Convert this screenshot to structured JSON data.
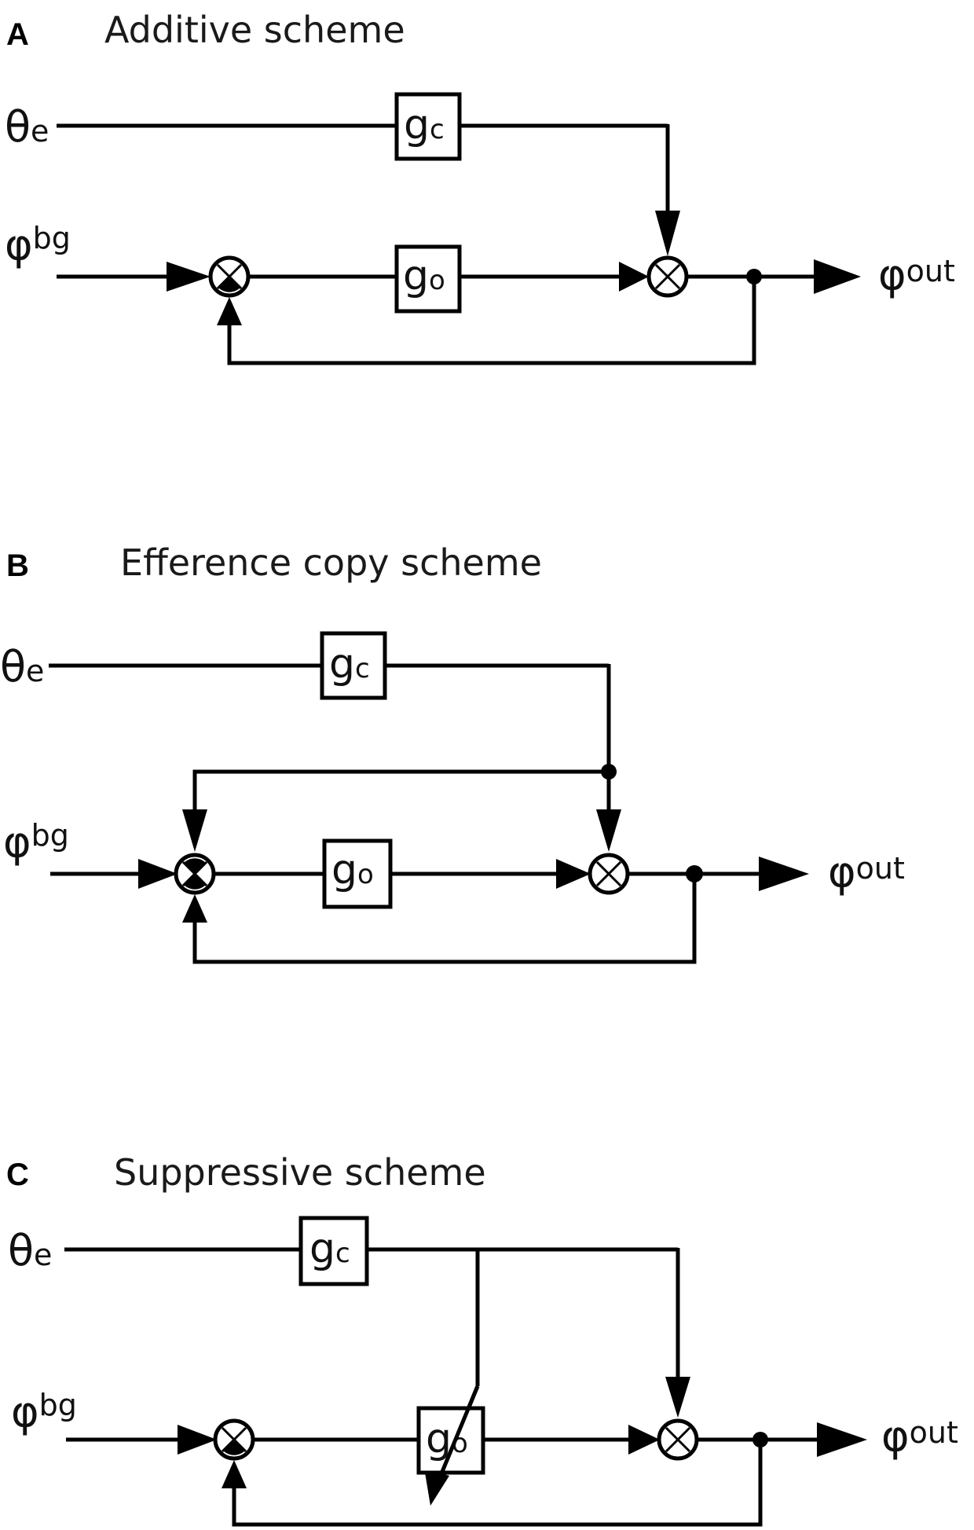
{
  "panels": [
    {
      "letter": "A",
      "title": "Additive scheme",
      "input_top": {
        "base": "θ",
        "sub": "e"
      },
      "input_bottom": {
        "base": "φ",
        "sub": "bg"
      },
      "output": {
        "base": "φ",
        "sub": "out"
      },
      "block_top": {
        "base": "g",
        "sub": "c"
      },
      "block_mid": {
        "base": "g",
        "sub": "o"
      }
    },
    {
      "letter": "B",
      "title": "Efference copy scheme",
      "input_top": {
        "base": "θ",
        "sub": "e"
      },
      "input_bottom": {
        "base": "φ",
        "sub": "bg"
      },
      "output": {
        "base": "φ",
        "sub": "out"
      },
      "block_top": {
        "base": "g",
        "sub": "c"
      },
      "block_mid": {
        "base": "g",
        "sub": "o"
      }
    },
    {
      "letter": "C",
      "title": "Suppressive scheme",
      "input_top": {
        "base": "θ",
        "sub": "e"
      },
      "input_bottom": {
        "base": "φ",
        "sub": "bg"
      },
      "output": {
        "base": "φ",
        "sub": "out"
      },
      "block_top": {
        "base": "g",
        "sub": "c"
      },
      "block_mid": {
        "base": "g",
        "sub": "o"
      }
    }
  ]
}
